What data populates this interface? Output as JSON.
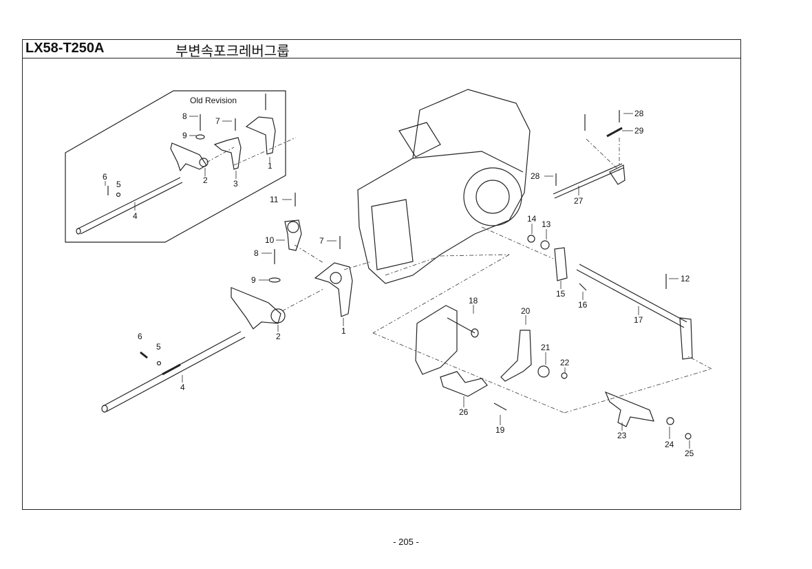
{
  "header": {
    "model": "LX58-T250A",
    "group_title": "부변속포크레버그룹"
  },
  "old_revision": {
    "label": "Old Revision",
    "callouts": [
      "8",
      "7",
      "9",
      "1",
      "2",
      "3",
      "6",
      "5",
      "4"
    ]
  },
  "callouts": [
    "11",
    "10",
    "7",
    "8",
    "9",
    "1",
    "2",
    "6",
    "5",
    "4",
    "28",
    "29",
    "28",
    "27",
    "14",
    "13",
    "15",
    "16",
    "12",
    "17",
    "18",
    "20",
    "21",
    "22",
    "26",
    "19",
    "23",
    "24",
    "25"
  ],
  "footer": {
    "page": "- 205 -"
  }
}
